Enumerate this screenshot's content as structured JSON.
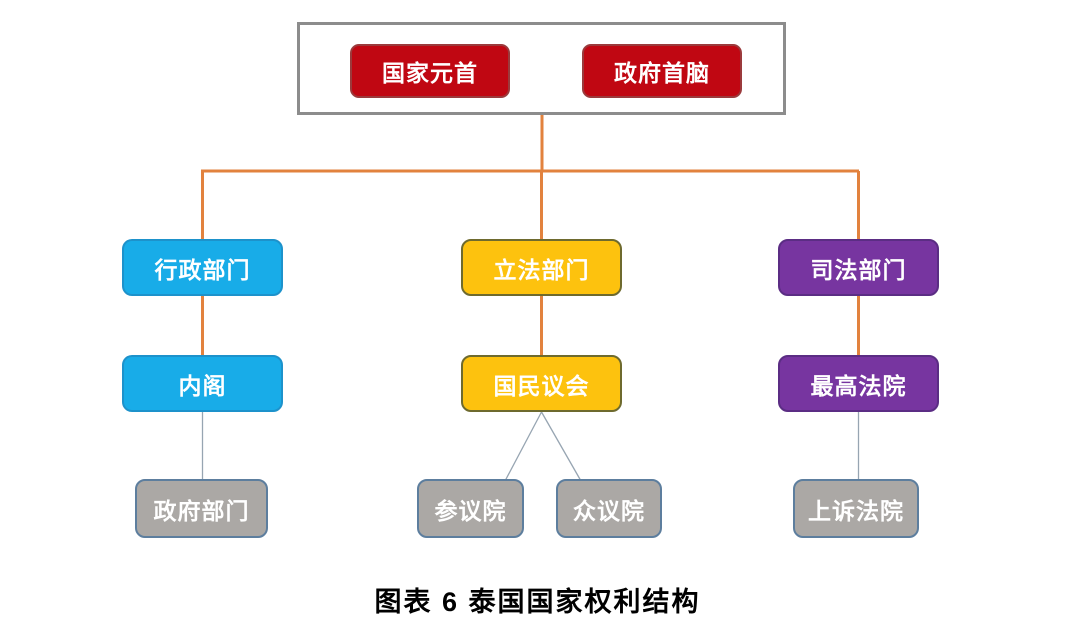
{
  "title_caption": "图表 6  泰国国家权利结构",
  "top_group": {
    "head_of_state": "国家元首",
    "head_of_government": "政府首脑"
  },
  "branches": [
    {
      "label": "行政部门",
      "child": "内阁",
      "grandchildren": [
        "政府部门"
      ]
    },
    {
      "label": "立法部门",
      "child": "国民议会",
      "grandchildren": [
        "参议院",
        "众议院"
      ]
    },
    {
      "label": "司法部门",
      "child": "最高法院",
      "grandchildren": [
        "上诉法院"
      ]
    }
  ],
  "colors": {
    "red": "#C00712",
    "red_border": "#9B3A3C",
    "cyan": "#18ACE8",
    "cyan_border": "#1D92CB",
    "yellow": "#FDC20E",
    "yellow_border": "#6E6A2E",
    "purple": "#7735A0",
    "purple_border": "#5B2D84",
    "gray": "#ABA8A5",
    "gray_border": "#5D7E9E",
    "orange_line": "#E2823E",
    "gray_line": "#97A5B2",
    "container_border": "#8C8C8C"
  }
}
